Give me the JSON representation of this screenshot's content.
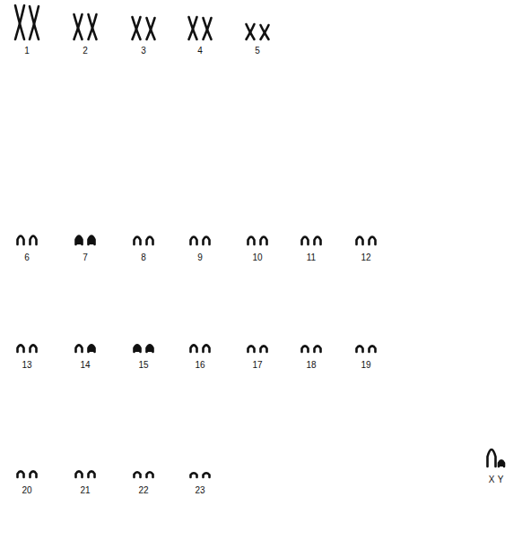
{
  "diagram": {
    "labels": [
      "1",
      "2",
      "3",
      "4",
      "5",
      "6",
      "7",
      "8",
      "9",
      "10",
      "11",
      "12",
      "13",
      "14",
      "15",
      "16",
      "17",
      "18",
      "19",
      "20",
      "21",
      "22",
      "23",
      "X",
      "Y"
    ]
  }
}
